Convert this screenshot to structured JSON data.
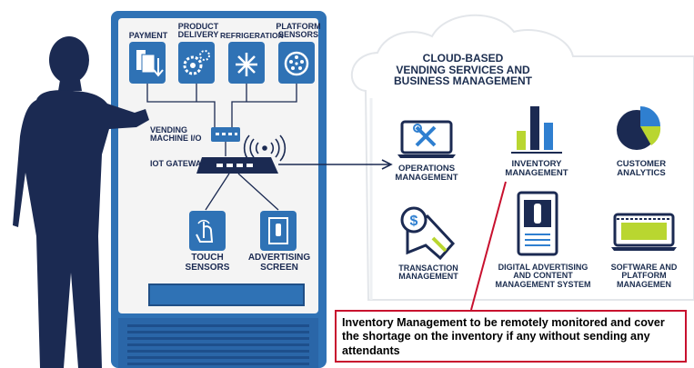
{
  "machine": {
    "top_labels": [
      "PAYMENT",
      "PRODUCT\nDELIVERY",
      "REFRIGERATION",
      "PLATFORM\nSENSORS"
    ],
    "vending_io": "VENDING\nMACHINE I/O",
    "iot_gateway": "IoT GATEWAY",
    "touch_sensors": "TOUCH\nSENSORS",
    "advertising_screen": "ADVERTISING\nSCREEN"
  },
  "cloud": {
    "title": "CLOUD-BASED\nVENDING SERVICES AND\nBUSINESS MANAGEMENT",
    "items": [
      "OPERATIONS\nMANAGEMENT",
      "INVENTORY\nMANAGEMENT",
      "CUSTOMER\nANALYTICS",
      "TRANSACTION\nMANAGEMENT",
      "DIGITAL ADVERTISING\nAND CONTENT\nMANAGEMENT SYSTEM",
      "SOFTWARE AND\nPLATFORM MANAGEMEN"
    ]
  },
  "note": {
    "text": "Inventory Management to be remotely monitored and cover the shortage on the inventory if any without sending any attendants"
  },
  "colors": {
    "machine_blue": "#2f72b5",
    "navy": "#1b2a52",
    "accent_blue": "#2f7fd0",
    "lime": "#b9d630",
    "red": "#c8102e"
  }
}
